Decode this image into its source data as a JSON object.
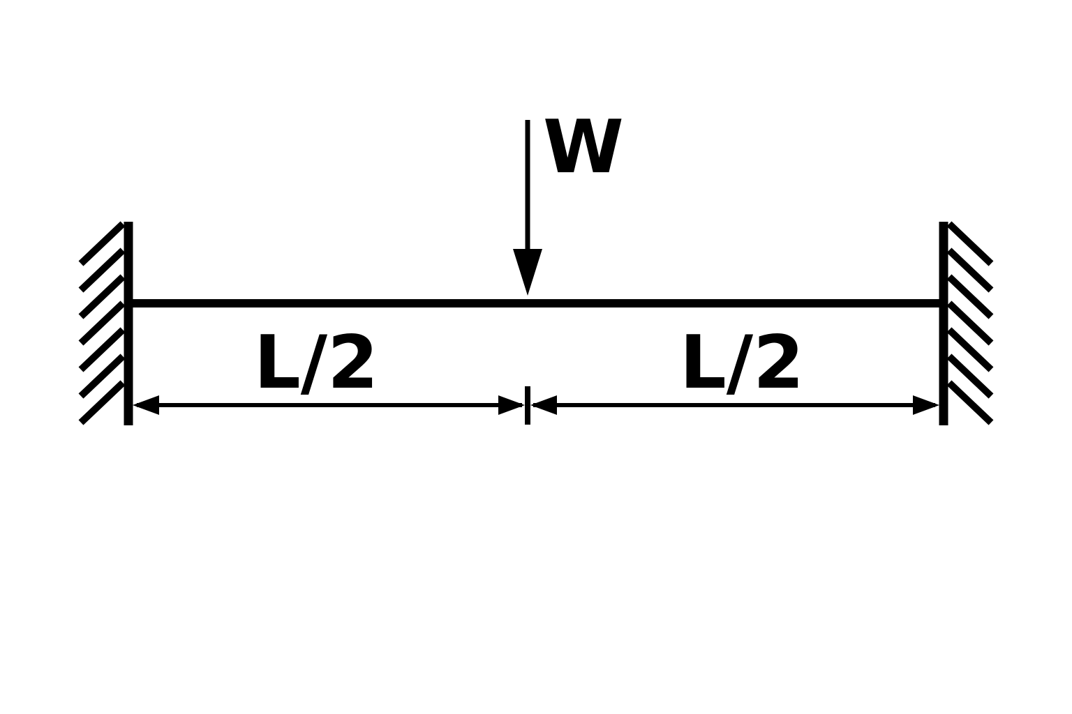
{
  "figure": {
    "background_color": "#ffffff",
    "ink_color": "#000000",
    "load_label": "W",
    "dimensions": {
      "left_label": "L/2",
      "right_label": "L/2"
    }
  }
}
